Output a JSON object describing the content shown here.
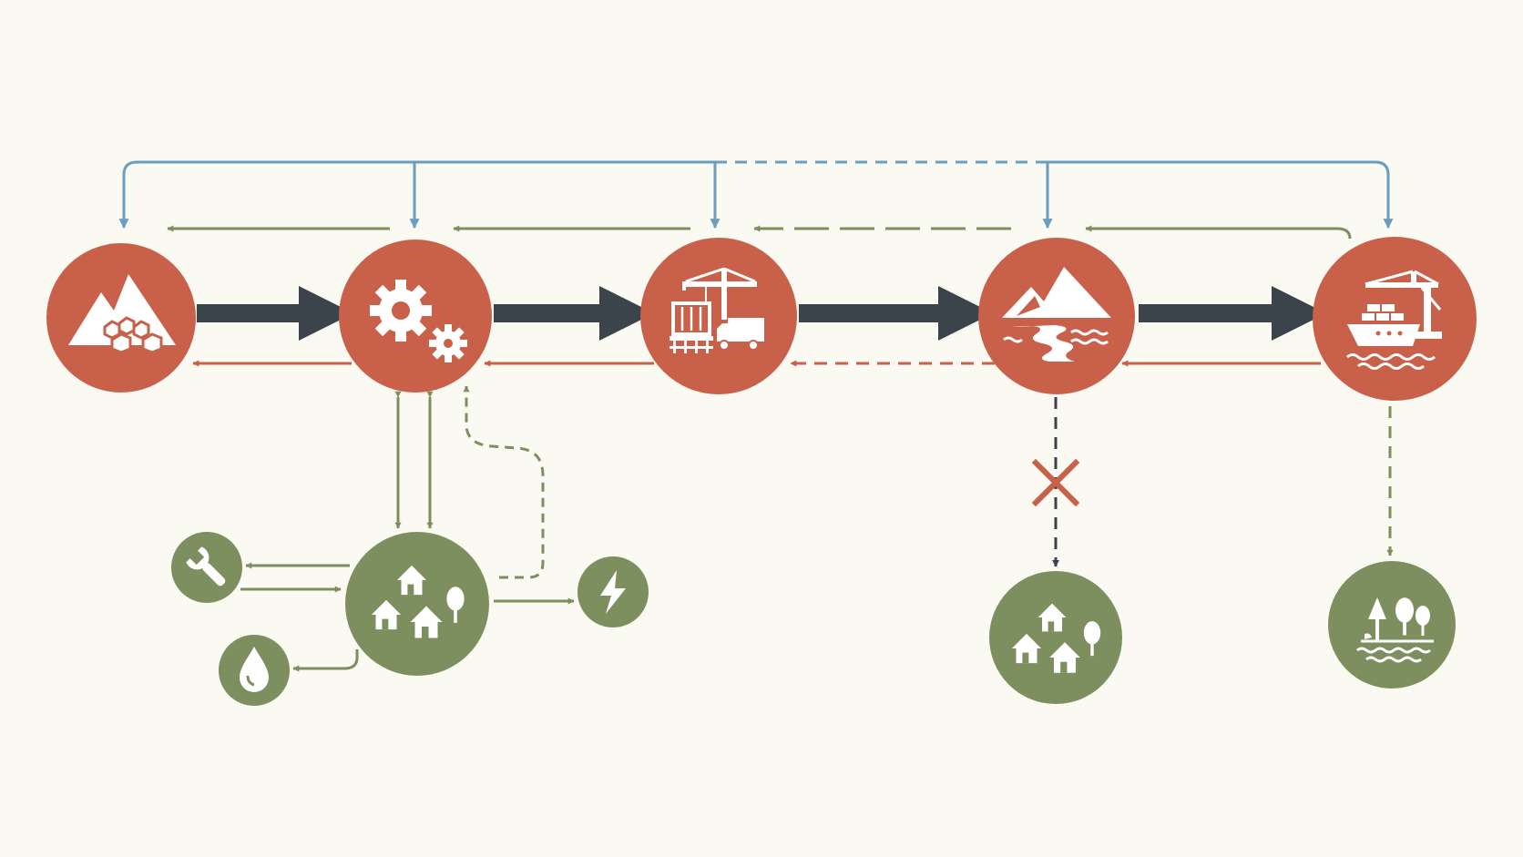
{
  "colors": {
    "background": "#faf9f2",
    "industrial_node": "#c9604a",
    "community_node": "#7d8f5e",
    "flow_dark": "#3b444b",
    "feedback_red": "#c9604a",
    "feedback_green": "#7d8f5e",
    "control_blue": "#6b9dbd",
    "icon_fill": "#ffffff"
  },
  "nodes": [
    {
      "id": "mine",
      "kind": "industrial",
      "icon": "mountain-ore-icon"
    },
    {
      "id": "processing",
      "kind": "industrial",
      "icon": "gears-icon"
    },
    {
      "id": "logistics",
      "kind": "industrial",
      "icon": "crane-rail-truck-icon"
    },
    {
      "id": "waterway",
      "kind": "industrial",
      "icon": "mountain-river-icon"
    },
    {
      "id": "port",
      "kind": "industrial",
      "icon": "cargo-ship-crane-icon"
    },
    {
      "id": "community-main",
      "kind": "community",
      "icon": "village-icon"
    },
    {
      "id": "service-repair",
      "kind": "community",
      "icon": "wrench-icon"
    },
    {
      "id": "service-water",
      "kind": "community",
      "icon": "water-drop-icon"
    },
    {
      "id": "service-power",
      "kind": "community",
      "icon": "lightning-icon"
    },
    {
      "id": "community-downstream",
      "kind": "community",
      "icon": "village-icon"
    },
    {
      "id": "community-coastal",
      "kind": "community",
      "icon": "forest-water-icon"
    }
  ],
  "main_flows": [
    {
      "from": "mine",
      "to": "processing",
      "style": "solid"
    },
    {
      "from": "processing",
      "to": "logistics",
      "style": "solid"
    },
    {
      "from": "logistics",
      "to": "waterway",
      "style": "solid"
    },
    {
      "from": "waterway",
      "to": "port",
      "style": "solid"
    }
  ],
  "return_flows_red": [
    {
      "from": "processing",
      "to": "mine",
      "style": "solid"
    },
    {
      "from": "logistics",
      "to": "processing",
      "style": "solid"
    },
    {
      "from": "waterway",
      "to": "logistics",
      "style": "dashed"
    },
    {
      "from": "port",
      "to": "waterway",
      "style": "solid"
    }
  ],
  "return_flows_green": [
    {
      "from": "processing",
      "to": "mine",
      "style": "solid"
    },
    {
      "from": "logistics",
      "to": "processing",
      "style": "solid"
    },
    {
      "from": "waterway",
      "to": "logistics",
      "style": "dashed"
    },
    {
      "from": "port",
      "to": "waterway",
      "style": "solid"
    }
  ],
  "control_links": [
    {
      "to": "mine",
      "style": "solid"
    },
    {
      "to": "processing",
      "style": "solid"
    },
    {
      "to": "logistics",
      "style": "solid"
    },
    {
      "to": "waterway",
      "style": "dashed"
    },
    {
      "to": "port",
      "style": "solid"
    }
  ],
  "community_links": [
    {
      "from": "community-main",
      "to": "processing",
      "style": "solid",
      "bidirectional": true
    },
    {
      "from": "community-main",
      "to": "processing",
      "style": "dashed"
    },
    {
      "from": "community-main",
      "to": "service-repair",
      "style": "solid"
    },
    {
      "from": "service-repair",
      "to": "community-main",
      "style": "solid"
    },
    {
      "from": "community-main",
      "to": "service-power",
      "style": "solid"
    },
    {
      "from": "community-main",
      "to": "service-water",
      "style": "solid"
    },
    {
      "from": "waterway",
      "to": "community-downstream",
      "style": "dashed",
      "blocked": true
    },
    {
      "from": "port",
      "to": "community-coastal",
      "style": "dashed"
    }
  ]
}
